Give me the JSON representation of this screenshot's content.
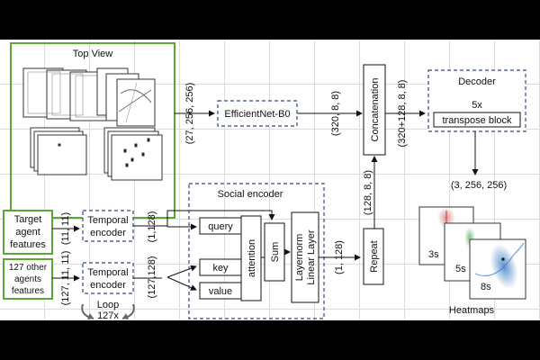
{
  "top_view": {
    "title": "Top View"
  },
  "backbone": {
    "input_shape": "(27, 256, 256)",
    "label": "EfficientNet-B0",
    "output_shape": "(320, 8, 8)"
  },
  "concat": {
    "label": "Concatenation",
    "output_shape": "(320+128, 8, 8)"
  },
  "decoder": {
    "title": "Decoder",
    "repeat_count": "5x",
    "block_label": "transpose block",
    "output_shape": "(3, 256, 256)"
  },
  "target_agent": {
    "label_lines": [
      "Target",
      "agent",
      "features"
    ],
    "shape": "(11, 11)"
  },
  "other_agents": {
    "label_lines": [
      "127 other",
      "agents",
      "features"
    ],
    "shape": "(127, 11, 11)"
  },
  "temporal_encoder_top": {
    "label_lines": [
      "Temporal",
      "encoder"
    ],
    "output_shape": "(1,128)"
  },
  "temporal_encoder_bottom": {
    "label_lines": [
      "Temporal",
      "encoder"
    ],
    "output_shape": "(127,128)"
  },
  "loop": {
    "label": "Loop",
    "count": "127x"
  },
  "social_encoder": {
    "title": "Social encoder",
    "query": "query",
    "key": "key",
    "value": "value",
    "attention": "attention",
    "sum": "Sum",
    "layernorm_line1": "Layernorm",
    "layernorm_line2": "Linear Layer",
    "output_shape": "(1, 128)"
  },
  "repeat": {
    "label": "Repeat",
    "output_shape": "(128, 8, 8)"
  },
  "heatmaps": {
    "title": "Heatmaps",
    "panels": [
      "3s",
      "5s",
      "8s"
    ]
  },
  "colors": {
    "green": "#5aa832",
    "navy": "#2f4a7a",
    "canvas": "#ffffff",
    "background": "#000000"
  }
}
